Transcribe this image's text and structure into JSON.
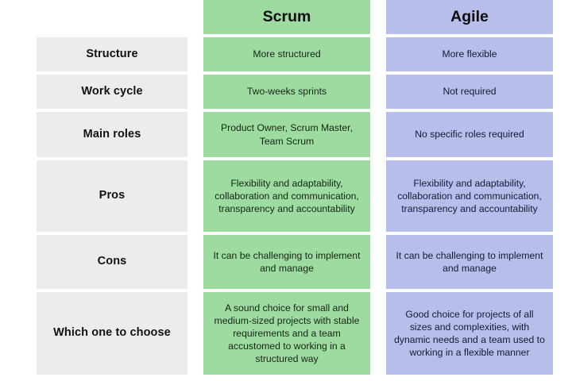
{
  "table": {
    "header": {
      "corner_label": "",
      "columns": [
        {
          "key": "scrum",
          "label": "Scrum",
          "color": "#9ddba0"
        },
        {
          "key": "agile",
          "label": "Agile",
          "color": "#b8beec"
        }
      ]
    },
    "label_column_color": "#ececec",
    "background_color": "#ffffff",
    "rows": [
      {
        "label": "Structure",
        "scrum": "More structured",
        "agile": "More flexible"
      },
      {
        "label": "Work cycle",
        "scrum": "Two-weeks sprints",
        "agile": "Not required"
      },
      {
        "label": "Main roles",
        "scrum": "Product Owner, Scrum Master, Team Scrum",
        "agile": "No specific roles required"
      },
      {
        "label": "Pros",
        "scrum": "Flexibility and adaptability, collaboration and communication, transparency and accountability",
        "agile": "Flexibility and adaptability, collaboration and communication, transparency and accountability"
      },
      {
        "label": "Cons",
        "scrum": "It can be challenging to implement and manage",
        "agile": "It can be challenging to implement and manage"
      },
      {
        "label": "Which one to choose",
        "scrum": "A sound choice for small and medium-sized projects with stable requirements and a team accustomed to working in a structured way",
        "agile": "Good choice for projects of all sizes and complexities, with dynamic needs and a team used to working in a flexible manner"
      }
    ]
  }
}
